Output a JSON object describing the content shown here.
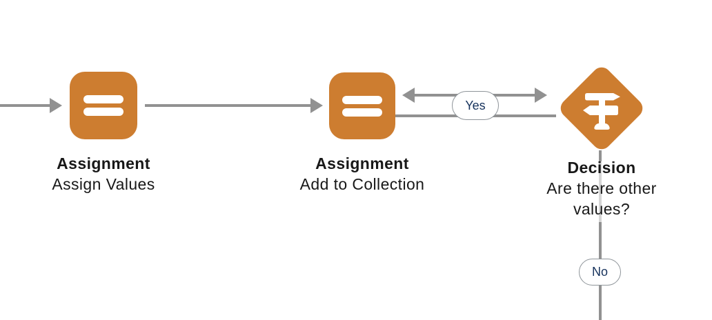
{
  "canvas": {
    "kind": "flow-builder-canvas"
  },
  "colors": {
    "node_orange": "#CD7D30",
    "connector_gray": "#919191",
    "connector_light": "#D6D6D6",
    "label_text": "#181818",
    "pill_text": "#16325C",
    "pill_border": "#8E9499",
    "pill_bg": "#FFFFFF",
    "canvas_bg": "#FFFFFF"
  },
  "nodes": {
    "assignment1": {
      "type": "Assignment",
      "icon": "equals-icon",
      "title": "Assignment",
      "subtitle": "Assign Values"
    },
    "assignment2": {
      "type": "Assignment",
      "icon": "equals-icon",
      "title": "Assignment",
      "subtitle": "Add to Collection"
    },
    "decision": {
      "type": "Decision",
      "icon": "signpost-icon",
      "title": "Decision",
      "subtitle": "Are there other values?"
    }
  },
  "connectors": {
    "yes_label": "Yes",
    "no_label": "No"
  }
}
